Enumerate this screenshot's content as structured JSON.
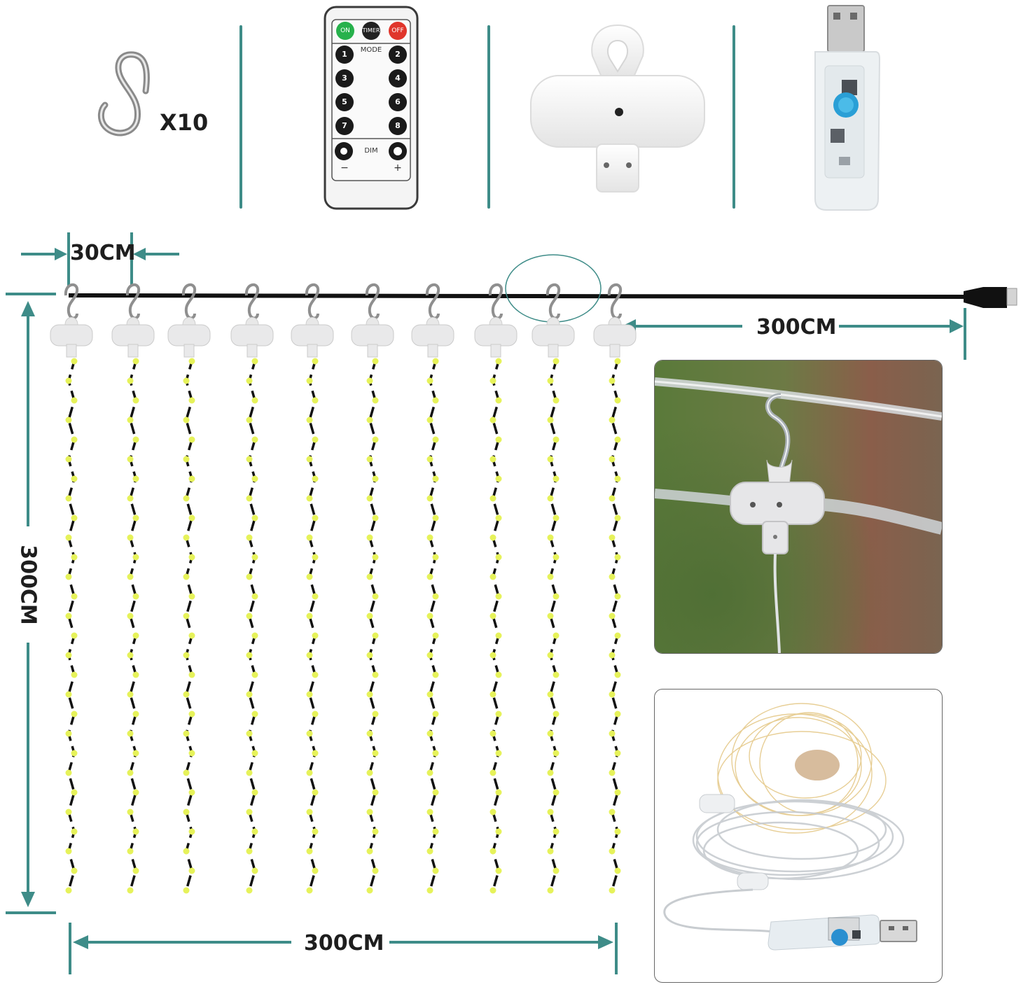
{
  "accessories": {
    "hook_count_label": "X10",
    "remote": {
      "on": "ON",
      "timer": "TIMER",
      "off": "OFF",
      "mode": "MODE",
      "buttons": [
        "1",
        "2",
        "3",
        "4",
        "5",
        "6",
        "7",
        "8"
      ],
      "dim": "DIM",
      "minus": "−",
      "plus": "+"
    }
  },
  "dimensions": {
    "spacing": "30CM",
    "cable_length": "300CM",
    "curtain_height": "300CM",
    "curtain_width": "300CM"
  },
  "colors": {
    "accent": "#3e8c88",
    "led": "#e6f25a",
    "wire": "#111111"
  },
  "icons": [
    "s-hook-icon",
    "remote-control-icon",
    "hanger-clip-icon",
    "usb-controller-icon"
  ],
  "strand_count": 10
}
